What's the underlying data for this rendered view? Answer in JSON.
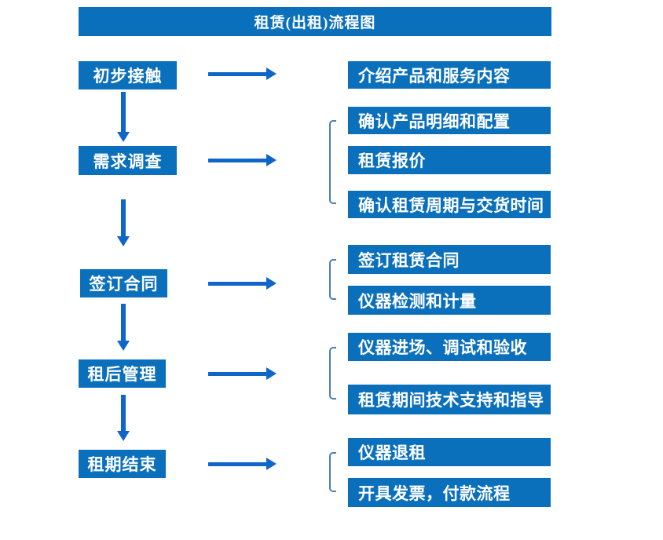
{
  "title": "租赁(出租)流程图",
  "colors": {
    "background": "#ffffff",
    "box_blue": "#0b70bc",
    "arrow_blue": "#1065c8",
    "bracket_blue": "#4e7fb5",
    "text_white": "#ffffff"
  },
  "steps": [
    {
      "label": "初步接触",
      "outputs": [
        "介绍产品和服务内容"
      ]
    },
    {
      "label": "需求调查",
      "outputs": [
        "确认产品明细和配置",
        "租赁报价",
        "确认租赁周期与交货时间"
      ]
    },
    {
      "label": "签订合同",
      "outputs": [
        "签订租赁合同",
        "仪器检测和计量"
      ]
    },
    {
      "label": "租后管理",
      "outputs": [
        "仪器进场、调试和验收",
        "租赁期间技术支持和指导"
      ]
    },
    {
      "label": "租期结束",
      "outputs": [
        "仪器退租",
        "开具发票，付款流程"
      ]
    }
  ]
}
